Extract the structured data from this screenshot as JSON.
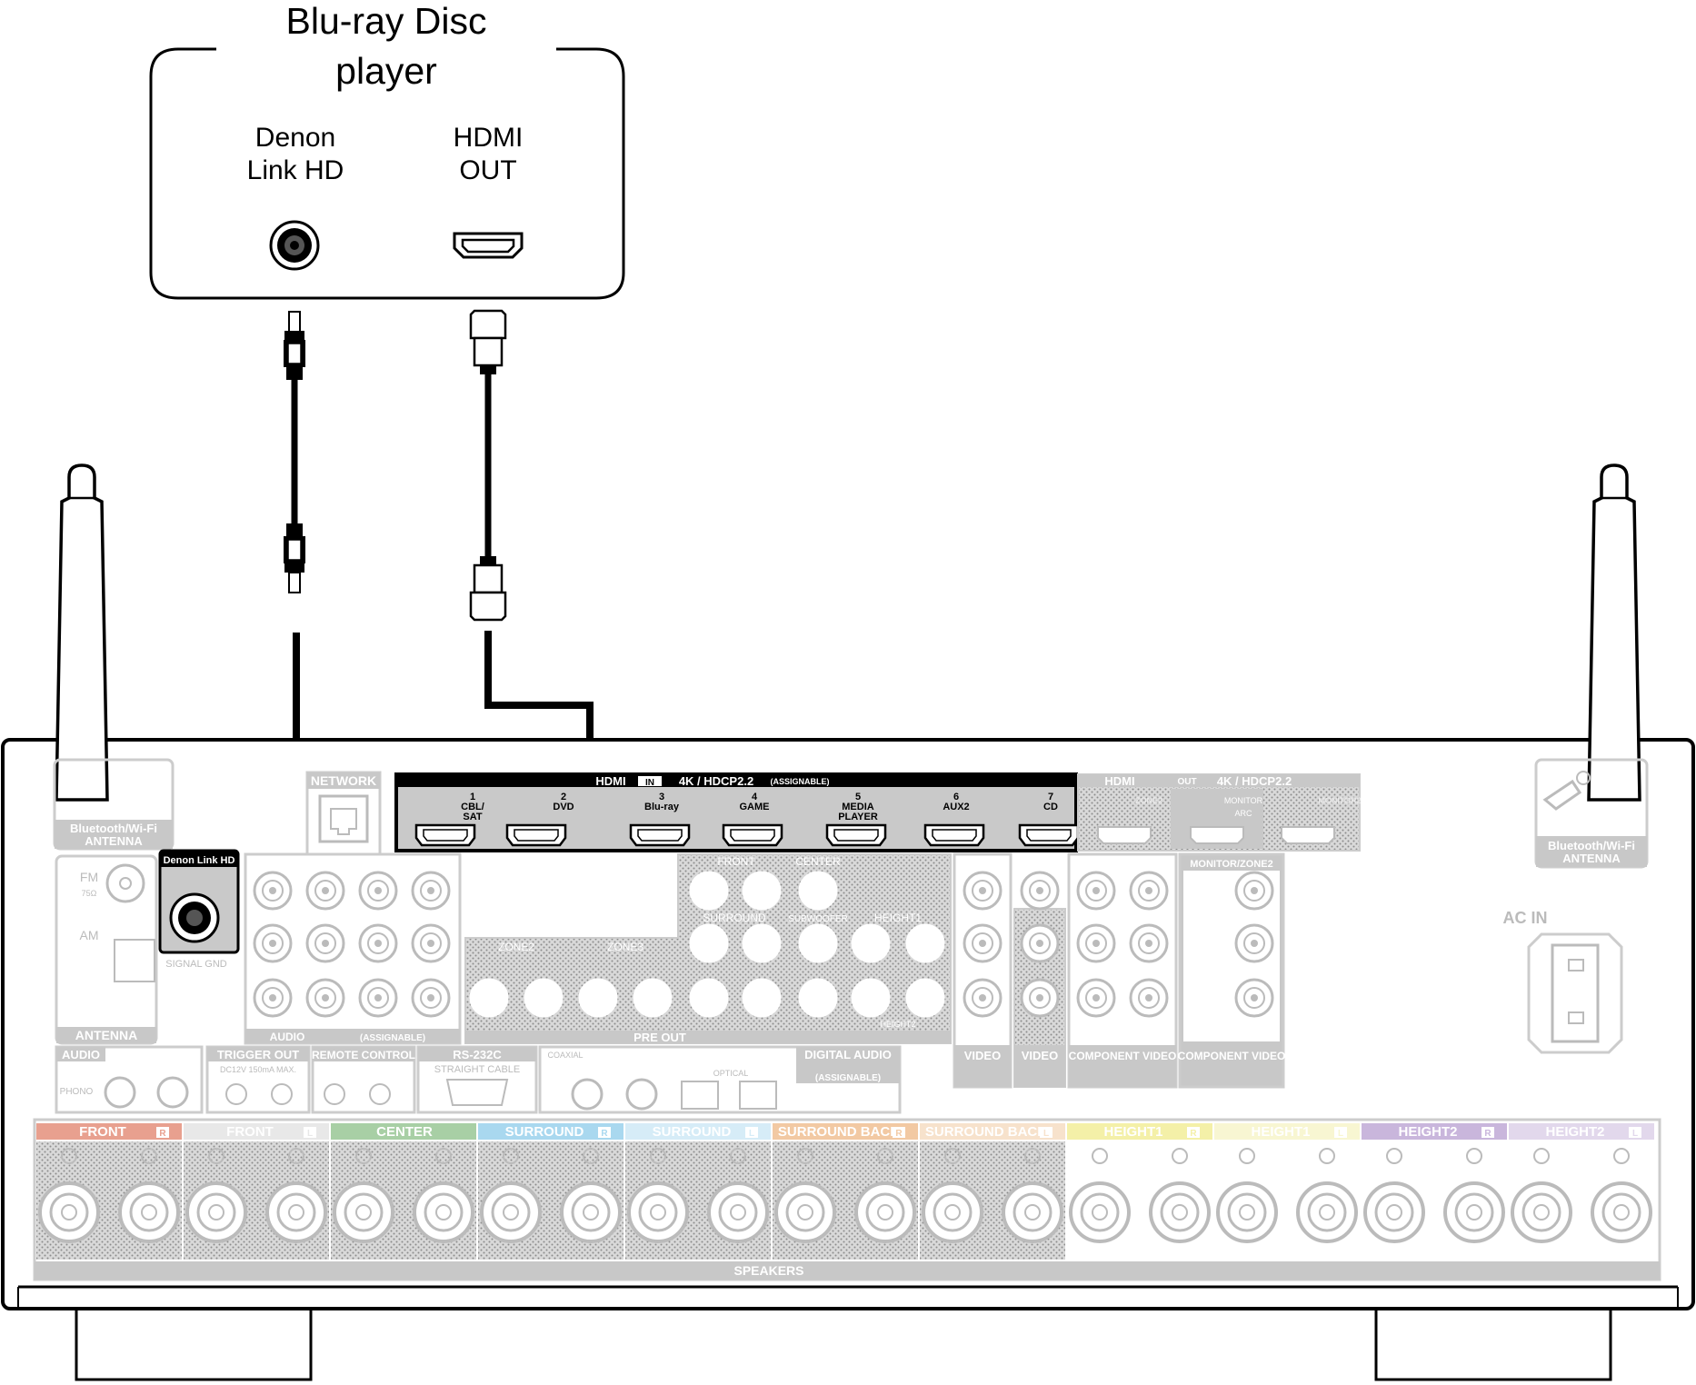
{
  "device": {
    "title": "Blu-ray Disc player",
    "title_line1": "Blu-ray Disc",
    "title_line2": "player",
    "port_denon_line1": "Denon",
    "port_denon_line2": "Link HD",
    "port_hdmi_line1": "HDMI",
    "port_hdmi_line2": "OUT"
  },
  "receiver": {
    "network": "NETWORK",
    "denon_link": "Denon Link HD",
    "bt_antenna_left_1": "Bluetooth/Wi-Fi",
    "bt_antenna_left_2": "ANTENNA",
    "bt_antenna_right_1": "Bluetooth/Wi-Fi",
    "bt_antenna_right_2": "ANTENNA",
    "hdmi_in": {
      "header": "HDMI",
      "in_tag": "IN",
      "spec": "4K / HDCP2.2",
      "assignable": "(ASSIGNABLE)",
      "inputs": [
        {
          "num": "1",
          "name": "CBL/ SAT"
        },
        {
          "num": "2",
          "name": "DVD"
        },
        {
          "num": "3",
          "name": "Blu-ray"
        },
        {
          "num": "4",
          "name": "GAME"
        },
        {
          "num": "5",
          "name": "MEDIA PLAYER"
        },
        {
          "num": "6",
          "name": "AUX2"
        },
        {
          "num": "7",
          "name": "CD"
        }
      ]
    },
    "hdmi_out": {
      "header": "HDMI",
      "out_tag": "OUT",
      "spec": "4K / HDCP2.2",
      "zone2": "ZONE2",
      "monitor": "MONITOR",
      "arc": "ARC",
      "monitor2": "MONITOR2"
    },
    "ac_in": "AC IN",
    "antenna": "ANTENNA",
    "fm": "FM",
    "fm_ohm": "75Ω",
    "am": "AM",
    "signal_gnd": "SIGNAL GND",
    "audio_in": "AUDIO",
    "assignable": "(ASSIGNABLE)",
    "pre_out": "PRE OUT",
    "zone2": "ZONE2",
    "zone3": "ZONE3",
    "front": "FRONT",
    "center": "CENTER",
    "surround": "SURROUND",
    "subwoofer": "SUBWOOFER",
    "height1": "HEIGHT1",
    "height2": "HEIGHT2",
    "surround_back": "SURROUND BACK",
    "video": "VIDEO",
    "component_video": "COMPONENT VIDEO",
    "monitor_zone2": "MONITOR/ZONE2",
    "trigger_out": "TRIGGER OUT",
    "trigger_spec": "DC12V 150mA MAX.",
    "remote_control": "REMOTE CONTROL",
    "rs232c": "RS-232C",
    "straight_cable": "STRAIGHT CABLE",
    "digital_audio": "DIGITAL AUDIO",
    "coaxial": "COAXIAL",
    "optical": "OPTICAL",
    "phono": "PHONO",
    "speakers": "SPEAKERS",
    "speaker_labels": [
      "FRONT",
      "FRONT",
      "CENTER",
      "SURROUND",
      "SURROUND",
      "SURROUND BACK",
      "SURROUND BACK",
      "HEIGHT1",
      "HEIGHT1",
      "HEIGHT2",
      "HEIGHT2"
    ],
    "speaker_sides": [
      "R",
      "L",
      "",
      "R",
      "L",
      "R",
      "L",
      "R",
      "L",
      "R",
      "L"
    ],
    "speaker_colors": [
      "#e8a08f",
      "#e8e8e8",
      "#a8cfa5",
      "#a9d8ef",
      "#d6ecf7",
      "#f2c9a3",
      "#f7e2cc",
      "#f4f0a8",
      "#f8f6d2",
      "#c9b6dc",
      "#e2d8ec"
    ]
  }
}
